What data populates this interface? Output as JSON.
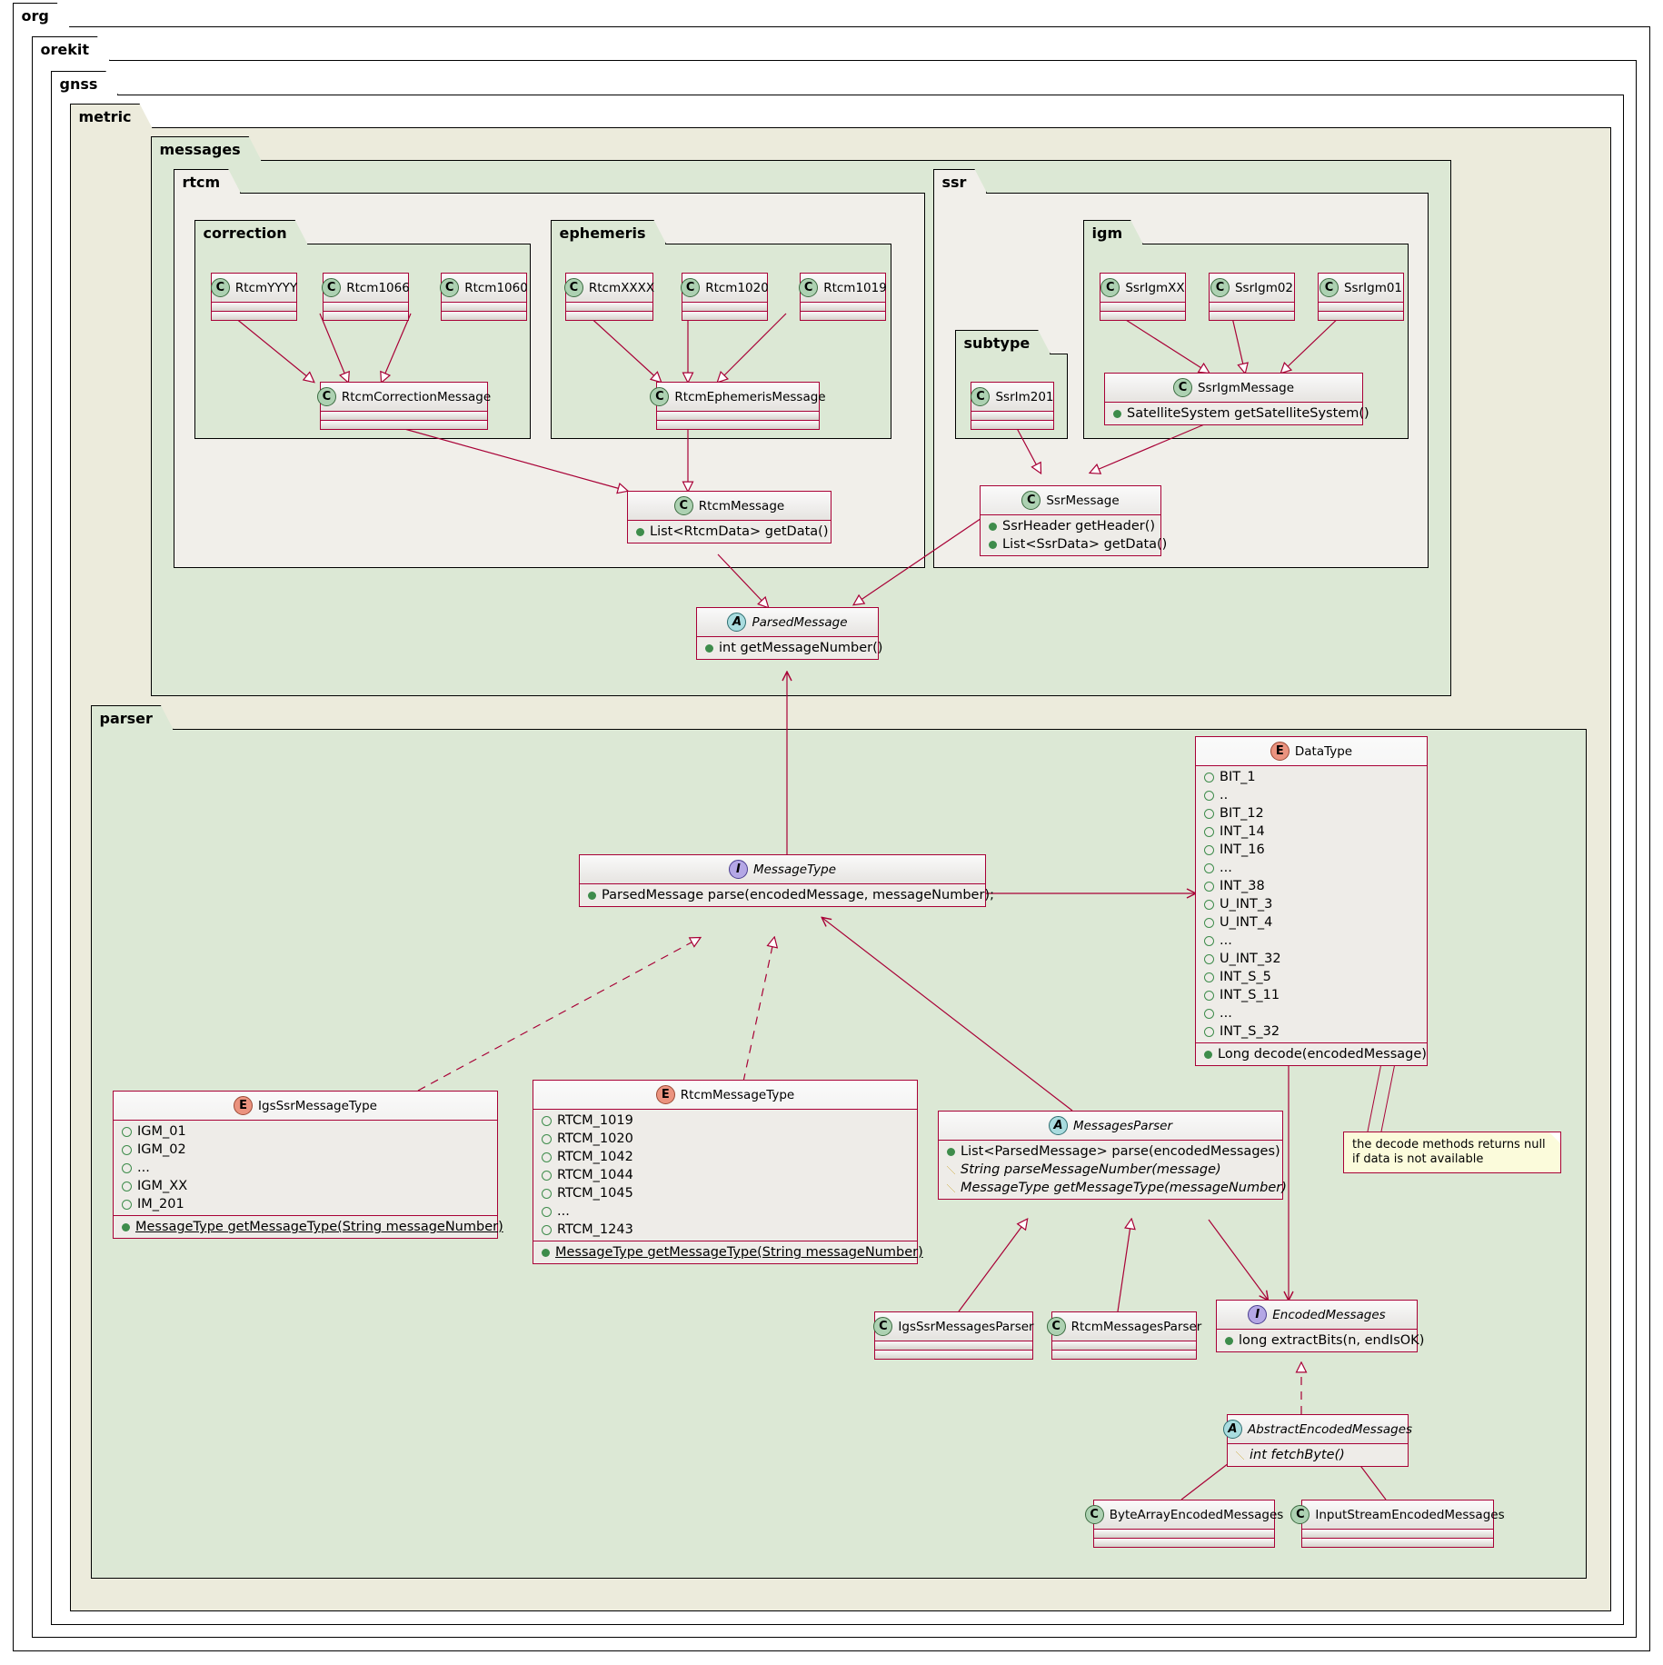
{
  "diagram": {
    "type": "uml-class-diagram",
    "colors": {
      "class_border": "#A80036",
      "package_border": "#000000",
      "package_cream": "#ECEBDC",
      "package_green": "#DCE8D5",
      "package_ltgrey": "#F1EFEA",
      "note_fill": "#FBFBDB",
      "link": "#A80036"
    }
  },
  "packages": {
    "org": "org",
    "orekit": "orekit",
    "gnss": "gnss",
    "metric": "metric",
    "messages": "messages",
    "rtcm": "rtcm",
    "correction": "correction",
    "ephemeris": "ephemeris",
    "ssr": "ssr",
    "igm": "igm",
    "subtype": "subtype",
    "parser": "parser"
  },
  "classes": {
    "rtcmYYYY": {
      "name": "RtcmYYYY",
      "stereotype": "C",
      "members": []
    },
    "rtcm1066": {
      "name": "Rtcm1066",
      "stereotype": "C",
      "members": []
    },
    "rtcm1060": {
      "name": "Rtcm1060",
      "stereotype": "C",
      "members": []
    },
    "rtcmXXXX": {
      "name": "RtcmXXXX",
      "stereotype": "C",
      "members": []
    },
    "rtcm1020": {
      "name": "Rtcm1020",
      "stereotype": "C",
      "members": []
    },
    "rtcm1019": {
      "name": "Rtcm1019",
      "stereotype": "C",
      "members": []
    },
    "rtcmCorrectionMessage": {
      "name": "RtcmCorrectionMessage",
      "stereotype": "C",
      "members": []
    },
    "rtcmEphemerisMessage": {
      "name": "RtcmEphemerisMessage",
      "stereotype": "C",
      "members": []
    },
    "rtcmMessage": {
      "name": "RtcmMessage",
      "stereotype": "C",
      "members": [
        {
          "vis": "public",
          "text": "List<RtcmData> getData()"
        }
      ]
    },
    "ssrIgmXX": {
      "name": "SsrIgmXX",
      "stereotype": "C",
      "members": []
    },
    "ssrIgm02": {
      "name": "SsrIgm02",
      "stereotype": "C",
      "members": []
    },
    "ssrIgm01": {
      "name": "SsrIgm01",
      "stereotype": "C",
      "members": []
    },
    "ssrIm201": {
      "name": "SsrIm201",
      "stereotype": "C",
      "members": []
    },
    "ssrIgmMessage": {
      "name": "SsrIgmMessage",
      "stereotype": "C",
      "members": [
        {
          "vis": "public",
          "text": "SatelliteSystem getSatelliteSystem()"
        }
      ]
    },
    "ssrMessage": {
      "name": "SsrMessage",
      "stereotype": "C",
      "members": [
        {
          "vis": "public",
          "text": "SsrHeader getHeader()"
        },
        {
          "vis": "public",
          "text": "List<SsrData> getData()"
        }
      ]
    },
    "parsedMessage": {
      "name": "ParsedMessage",
      "stereotype": "A",
      "italic": true,
      "members": [
        {
          "vis": "public",
          "text": "int getMessageNumber()"
        }
      ]
    },
    "messageType": {
      "name": "MessageType",
      "stereotype": "I",
      "italic": true,
      "members": [
        {
          "vis": "public",
          "text": "ParsedMessage parse(encodedMessage, messageNumber);"
        }
      ]
    },
    "dataType": {
      "name": "DataType",
      "stereotype": "E",
      "constants": [
        "BIT_1",
        "..",
        "BIT_12",
        "INT_14",
        "INT_16",
        "...",
        "INT_38",
        "U_INT_3",
        "U_INT_4",
        "...",
        "U_INT_32",
        "INT_S_5",
        "INT_S_11",
        "...",
        "INT_S_32"
      ],
      "members": [
        {
          "vis": "public",
          "text": "Long decode(encodedMessage)"
        }
      ]
    },
    "igsSsrMessageType": {
      "name": "IgsSsrMessageType",
      "stereotype": "E",
      "constants": [
        "IGM_01",
        "IGM_02",
        "...",
        "IGM_XX",
        "IM_201"
      ],
      "members": [
        {
          "vis": "public",
          "underline": true,
          "text": "MessageType getMessageType(String messageNumber)"
        }
      ]
    },
    "rtcmMessageType": {
      "name": "RtcmMessageType",
      "stereotype": "E",
      "constants": [
        "RTCM_1019",
        "RTCM_1020",
        "RTCM_1042",
        "RTCM_1044",
        "RTCM_1045",
        "...",
        "RTCM_1243"
      ],
      "members": [
        {
          "vis": "public",
          "underline": true,
          "text": "MessageType getMessageType(String messageNumber)"
        }
      ]
    },
    "messagesParser": {
      "name": "MessagesParser",
      "stereotype": "A",
      "italic": true,
      "members": [
        {
          "vis": "public",
          "text": "List<ParsedMessage> parse(encodedMessages)"
        },
        {
          "vis": "protected",
          "italic": true,
          "text": "String parseMessageNumber(message)"
        },
        {
          "vis": "protected",
          "italic": true,
          "text": "MessageType getMessageType(messageNumber)"
        }
      ]
    },
    "igsSsrMessagesParser": {
      "name": "IgsSsrMessagesParser",
      "stereotype": "C",
      "members": []
    },
    "rtcmMessagesParser": {
      "name": "RtcmMessagesParser",
      "stereotype": "C",
      "members": []
    },
    "encodedMessages": {
      "name": "EncodedMessages",
      "stereotype": "I",
      "italic": true,
      "members": [
        {
          "vis": "public",
          "text": "long extractBits(n, endIsOK)"
        }
      ]
    },
    "abstractEncodedMessages": {
      "name": "AbstractEncodedMessages",
      "stereotype": "A",
      "italic": true,
      "members": [
        {
          "vis": "protected",
          "italic": true,
          "text": "int fetchByte()"
        }
      ]
    },
    "byteArrayEncodedMessages": {
      "name": "ByteArrayEncodedMessages",
      "stereotype": "C",
      "members": []
    },
    "inputStreamEncodedMessages": {
      "name": "InputStreamEncodedMessages",
      "stereotype": "C",
      "members": []
    }
  },
  "notes": {
    "decode_note": "the decode methods returns null\nif data is not available"
  }
}
